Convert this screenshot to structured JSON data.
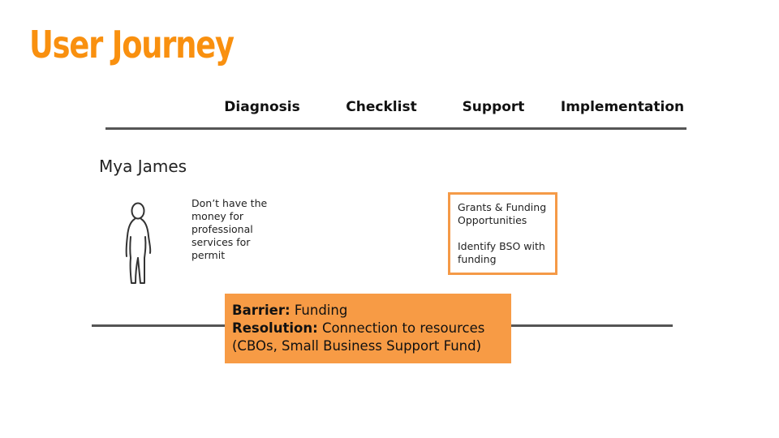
{
  "slide": {
    "title": "User Journey",
    "stages": [
      "Diagnosis",
      "Checklist",
      "Support",
      "Implementation"
    ]
  },
  "persona": {
    "name": "Mya James",
    "pain_point": "Don’t have the money for professional services for permit"
  },
  "support": {
    "items": [
      "Grants & Funding Opportunities",
      "Identify BSO with funding"
    ]
  },
  "callout": {
    "barrier_label": "Barrier:",
    "barrier_value": "Funding",
    "resolution_label": "Resolution:",
    "resolution_value": "Connection to resources",
    "resolution_detail": "(CBOs, Small Business Support Fund)"
  },
  "colors": {
    "accent": "#F9900F",
    "callout_fill": "#F79B45",
    "box_border": "#F59A47",
    "rule": "#555555"
  }
}
